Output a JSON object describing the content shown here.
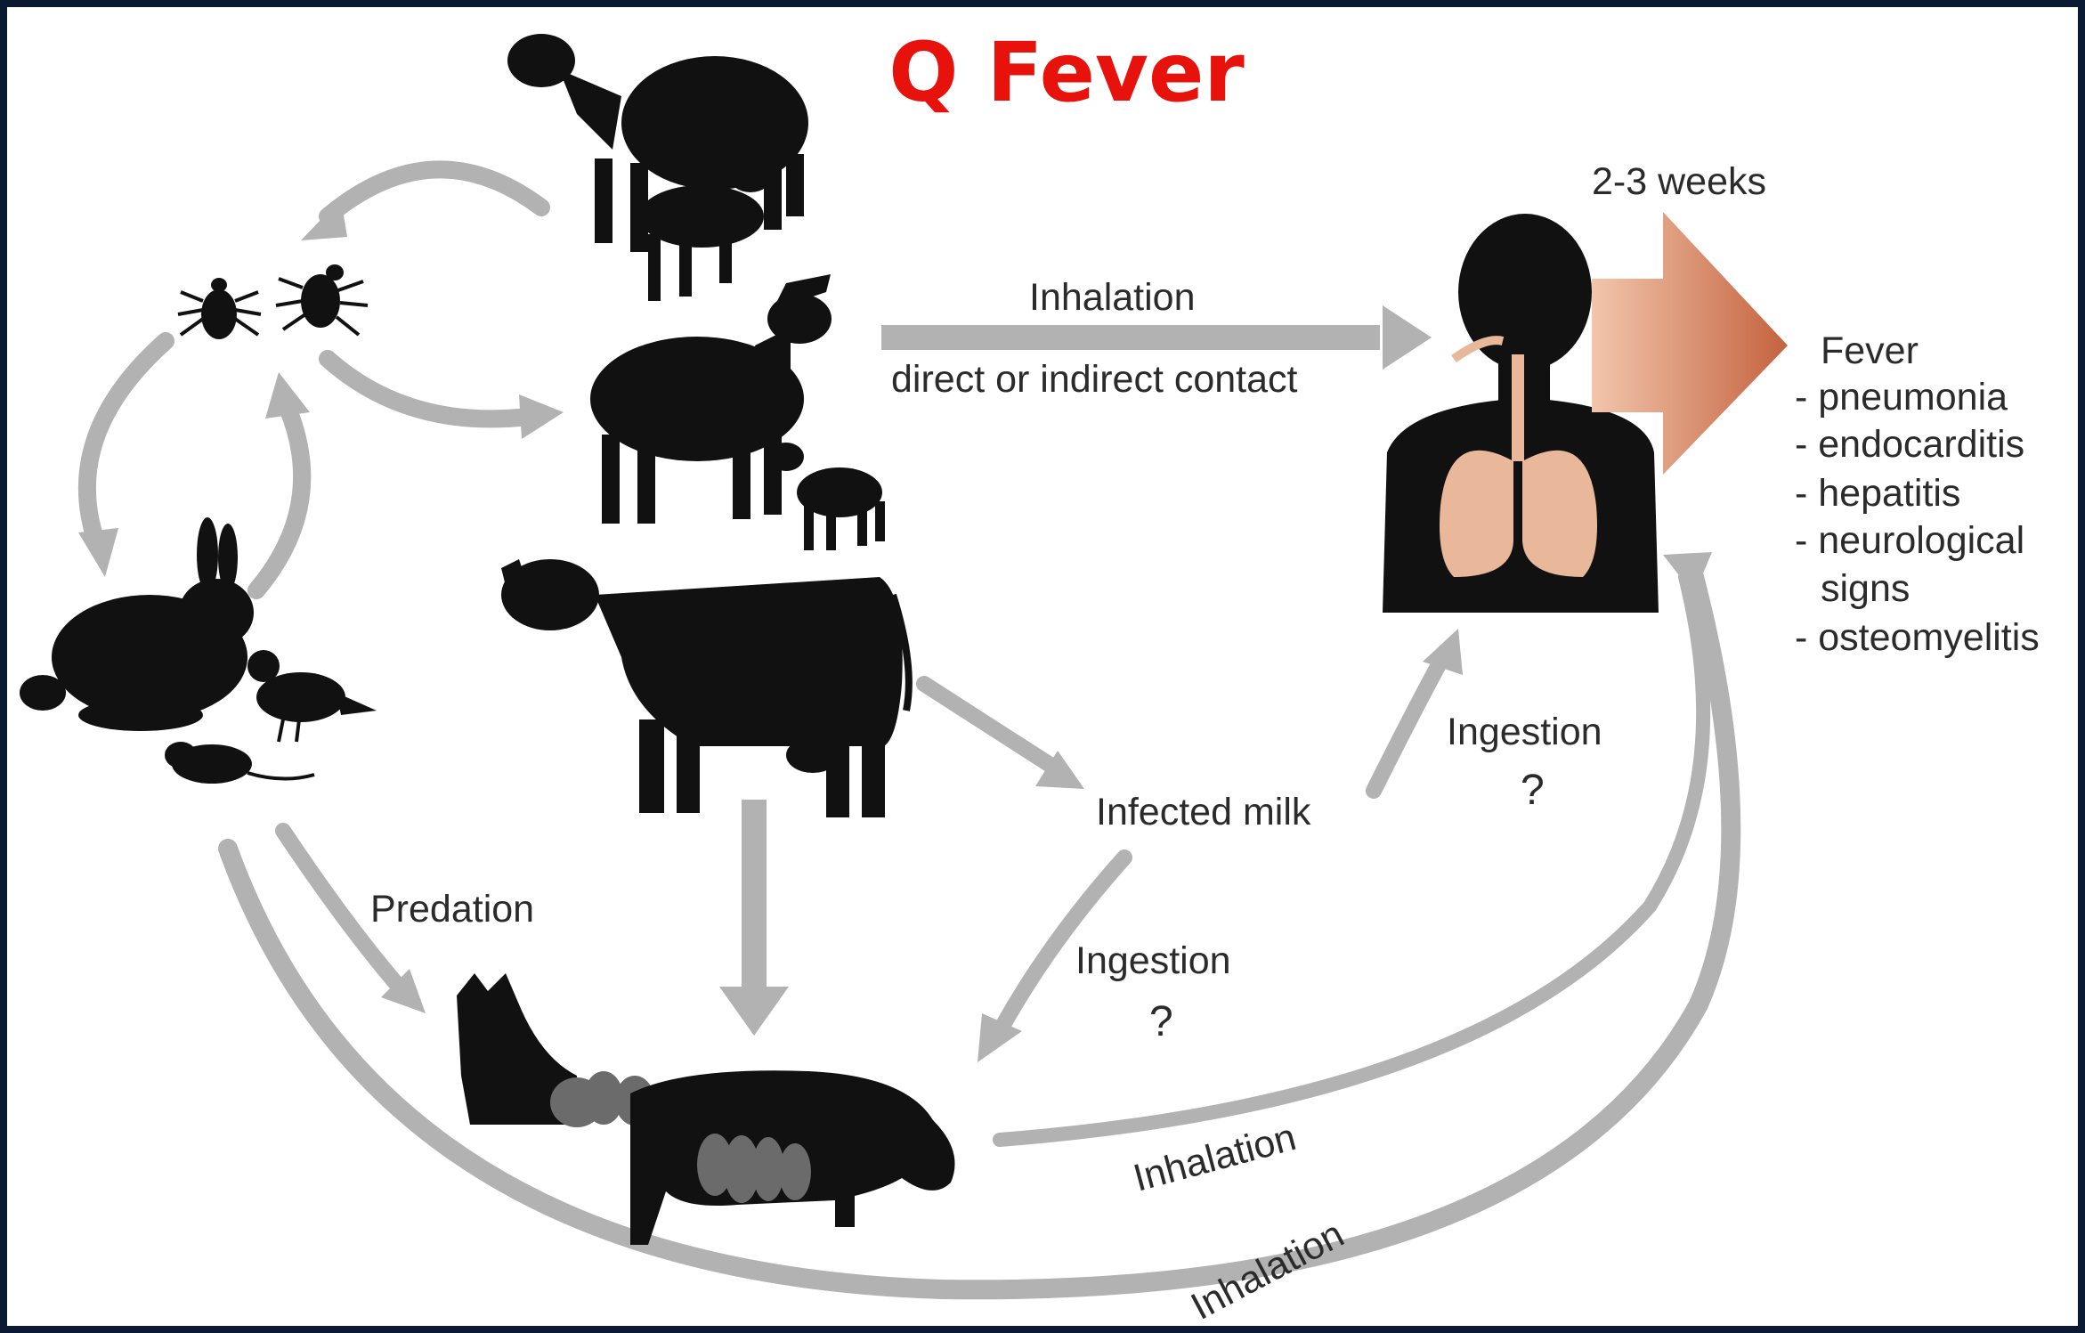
{
  "title": "Q Fever",
  "labels": {
    "incubation": "2-3 weeks",
    "inhalation_top": "Inhalation",
    "contact": "direct or indirect contact",
    "infected_milk": "Infected milk",
    "ingestion_right": "Ingestion",
    "ingestion_right_q": "?",
    "ingestion_mid": "Ingestion",
    "ingestion_mid_q": "?",
    "predation": "Predation",
    "inhalation_dog": "Inhalation",
    "inhalation_bottom": "Inhalation"
  },
  "symptoms": {
    "heading": "Fever",
    "items": [
      "- pneumonia",
      "- endocarditis",
      "- hepatitis",
      "- neurological",
      "signs",
      "- osteomyelitis"
    ]
  },
  "colors": {
    "title": "#e8120c",
    "arrow": "#b2b2b2",
    "silhouette": "#111111",
    "lungs": "#e9b79a",
    "symptom_arrow": "#c8714f",
    "border": "#0b1a33"
  }
}
